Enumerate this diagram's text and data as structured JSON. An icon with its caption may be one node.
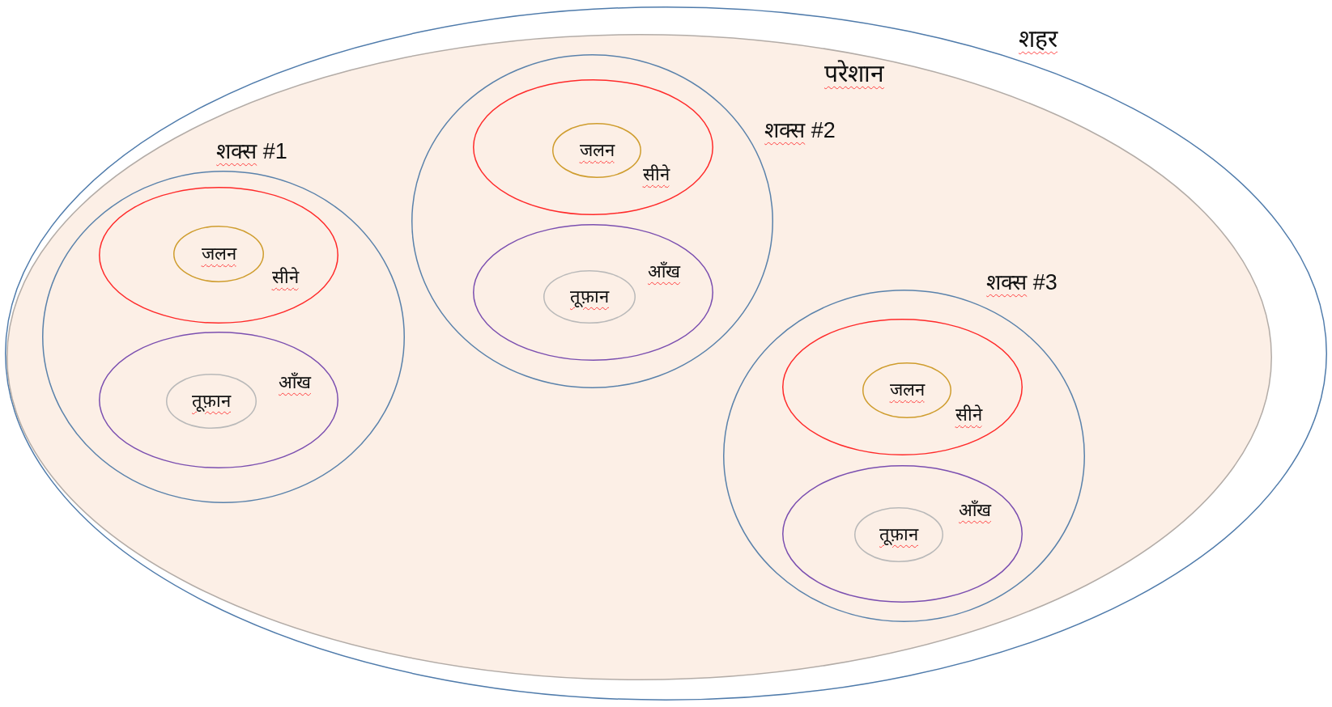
{
  "diagram": {
    "nodes": [
      {
        "text": [
          "शहर"
        ]
      },
      {
        "text": [
          "परेशान"
        ],
        "in": 0
      },
      {
        "text": [
          "शक्स #1"
        ],
        "in": 1
      },
      {
        "text": [
          "सीने"
        ],
        "in": 2
      },
      {
        "text": [
          "जलन"
        ],
        "in": 3
      },
      {
        "text": [
          "आँख"
        ],
        "in": 2
      },
      {
        "text": [
          "तूफ़ान"
        ],
        "in": 5
      },
      {
        "text": [
          "शक्स #2"
        ],
        "in": 1
      },
      {
        "text": [
          "सीने"
        ],
        "in": 7
      },
      {
        "text": [
          "जलन"
        ],
        "in": 8
      },
      {
        "text": [
          "आँख"
        ],
        "in": 7
      },
      {
        "text": [
          "तूफ़ान"
        ],
        "in": 10
      },
      {
        "text": [
          "शक्स #3"
        ],
        "in": 1
      },
      {
        "text": [
          "सीने"
        ],
        "in": 12
      },
      {
        "text": [
          "जलन"
        ],
        "in": 13
      },
      {
        "text": [
          "आँख"
        ],
        "in": 12
      },
      {
        "text": [
          "तूफ़ान"
        ],
        "in": 15
      }
    ]
  }
}
